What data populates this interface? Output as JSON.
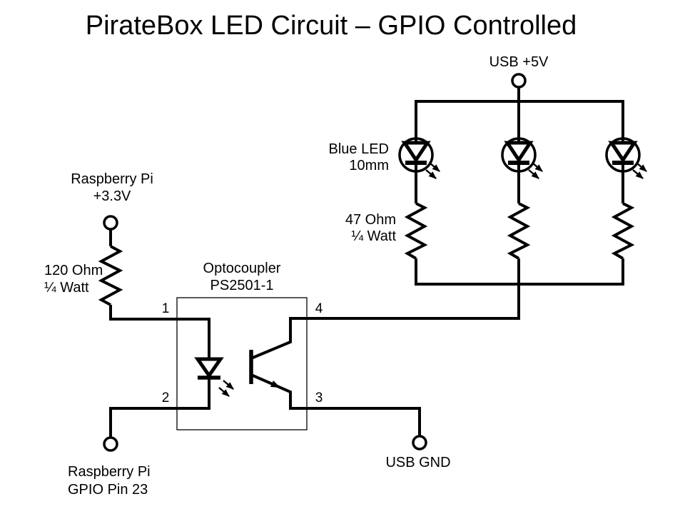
{
  "title": "PirateBox LED Circuit – GPIO Controlled",
  "colors": {
    "line": "#000000",
    "background": "#ffffff",
    "text": "#000000"
  },
  "power": {
    "usb_5v_label": "USB +5V",
    "usb_gnd_label": "USB GND"
  },
  "raspberry_pi": {
    "supply_label_line1": "Raspberry Pi",
    "supply_label_line2": "+3.3V",
    "gpio_label_line1": "Raspberry Pi",
    "gpio_label_line2": "GPIO Pin 23"
  },
  "led_bank": {
    "count": 3,
    "led_label_line1": "Blue LED",
    "led_label_line2": "10mm",
    "resistor_label_line1": "47 Ohm",
    "resistor_label_line2": "¼ Watt"
  },
  "input_resistor": {
    "label_line1": "120 Ohm",
    "label_line2": "¼ Watt"
  },
  "optocoupler": {
    "label_line1": "Optocoupler",
    "label_line2": "PS2501-1",
    "pin_anode": "1",
    "pin_cathode": "2",
    "pin_emitter": "3",
    "pin_collector": "4"
  }
}
